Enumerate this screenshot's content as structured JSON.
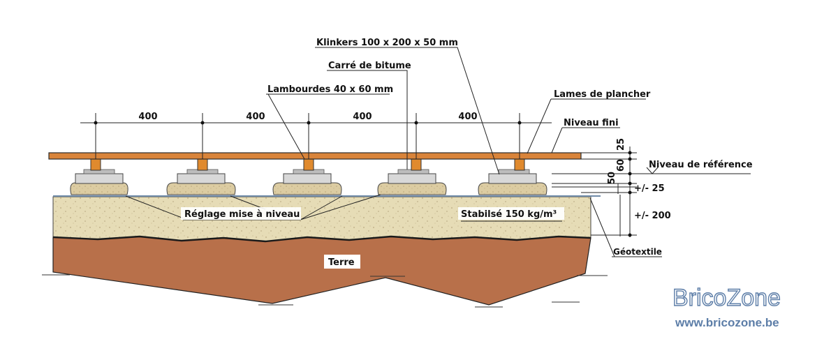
{
  "labels": {
    "klinkers": "Klinkers 100 x 200 x 50 mm",
    "bitume": "Carré de bitume",
    "lambourdes": "Lambourdes 40 x 60 mm",
    "lames": "Lames de plancher",
    "niveau_fini": "Niveau fini",
    "niveau_reference": "Niveau de référence",
    "reglage": "Réglage mise à niveau",
    "stabilise": "Stabilsé 150 kg/m³",
    "geotextile": "Géotextile",
    "terre": "Terre"
  },
  "spacing": [
    "400",
    "400",
    "400",
    "400"
  ],
  "dims": {
    "d25": "25",
    "d60": "60",
    "d50": "50",
    "pm25": "+/- 25",
    "pm200": "+/- 200"
  },
  "watermark": {
    "brand": "BricoZone",
    "url": "www.bricozone.be"
  },
  "colors": {
    "plank": "#d9843a",
    "batten": "#e08a2e",
    "klinker": "#d8d8d8",
    "mortar": "#d9c9a0",
    "stabilise": "#e6dcb6",
    "earth": "#b8704a",
    "watermark": "#5d7ea8"
  }
}
